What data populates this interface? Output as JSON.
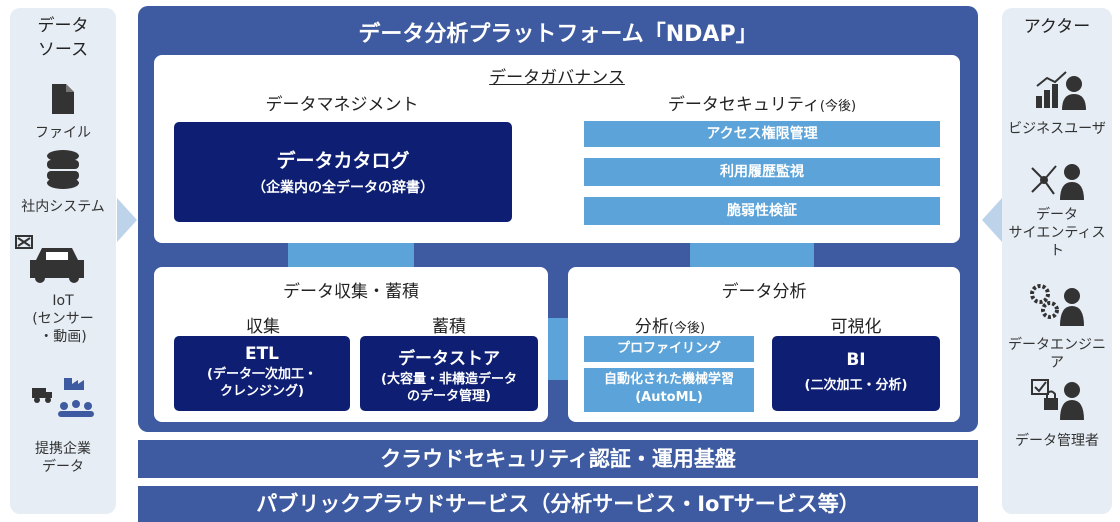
{
  "left_panel": {
    "title": "データ\nソース",
    "items": [
      {
        "label": "ファイル",
        "icon": "file-icon"
      },
      {
        "label": "社内システム",
        "icon": "database-icon"
      },
      {
        "label": "IoT\n(センサー\n・動画)",
        "icon": "car-camera-icon"
      },
      {
        "label": "提携企業\nデータ",
        "icon": "partner-companies-icon"
      }
    ]
  },
  "right_panel": {
    "title": "アクター",
    "items": [
      {
        "label": "ビジネスユーザ",
        "icon": "business-user-icon"
      },
      {
        "label": "データ\nサイエンティスト",
        "icon": "data-scientist-icon"
      },
      {
        "label": "データエンジニア",
        "icon": "data-engineer-icon"
      },
      {
        "label": "データ管理者",
        "icon": "data-manager-icon"
      }
    ]
  },
  "platform": {
    "title": "データ分析プラットフォーム「NDAP」",
    "governance": {
      "title": "データガバナンス",
      "management": {
        "title": "データマネジメント",
        "catalog_title": "データカタログ",
        "catalog_sub": "（企業内の全データの辞書）"
      },
      "security": {
        "title": "データセキュリティ",
        "title_suffix": "(今後)",
        "items": [
          "アクセス権限管理",
          "利用履歴監視",
          "脆弱性検証"
        ]
      }
    },
    "collection": {
      "title": "データ収集・蓄積",
      "collect_label": "収集",
      "store_label": "蓄積",
      "etl_title": "ETL",
      "etl_sub": "(データ一次加工・\nクレンジング)",
      "store_title": "データストア",
      "store_sub": "(大容量・非構造データ\nのデータ管理)"
    },
    "analysis": {
      "title": "データ分析",
      "analysis_label": "分析",
      "analysis_suffix": "(今後)",
      "visual_label": "可視化",
      "profiling": "プロファイリング",
      "automl": "自動化された機械学習\n(AutoML)",
      "bi_title": "BI",
      "bi_sub": "(二次加工・分析)"
    }
  },
  "bands": {
    "cloud_security": "クラウドセキュリティ認証・運用基盤",
    "public_cloud": "パブリックプラウドサービス（分析サービス・IoTサービス等）"
  },
  "colors": {
    "platform": "#3e5aa0",
    "navy": "#0e1f73",
    "light_blue": "#5ba3d8",
    "side_panel": "#e6edf5"
  }
}
